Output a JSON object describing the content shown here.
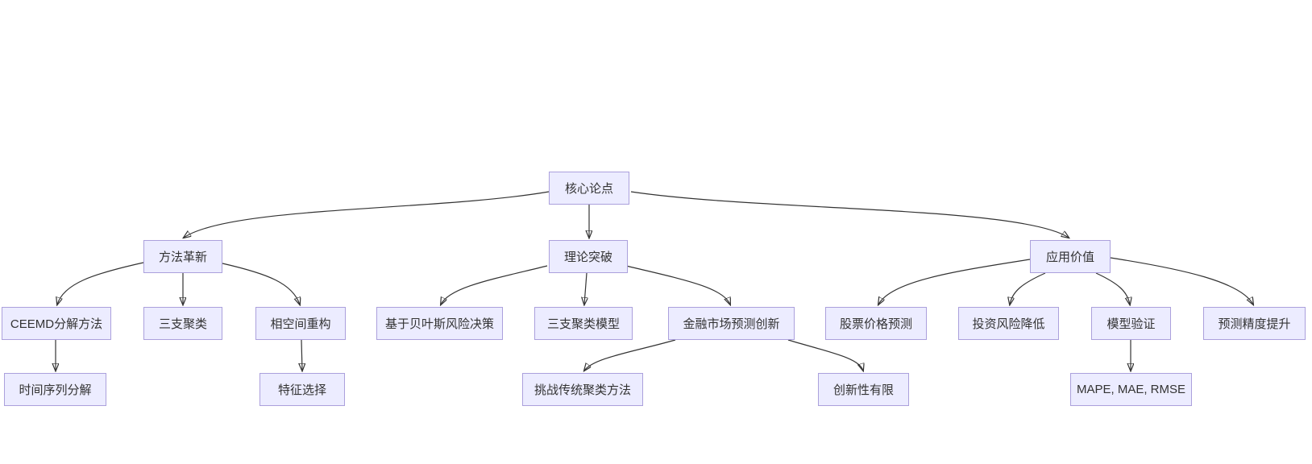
{
  "diagram": {
    "type": "flowchart-top-down",
    "colors": {
      "background": "#ffffff",
      "node_fill": "#ECECFF",
      "node_border": "#ABA0DC",
      "edge_line": "#333333",
      "text": "#333333"
    },
    "nodes": {
      "root": {
        "label": "核心论点"
      },
      "method": {
        "label": "方法革新"
      },
      "theory": {
        "label": "理论突破"
      },
      "value": {
        "label": "应用价值"
      },
      "ceemd": {
        "label": "CEEMD分解方法"
      },
      "threeway": {
        "label": "三支聚类"
      },
      "phase": {
        "label": "相空间重构"
      },
      "bayes": {
        "label": "基于贝叶斯风险决策"
      },
      "threemodel": {
        "label": "三支聚类模型"
      },
      "finance": {
        "label": "金融市场预测创新"
      },
      "stock": {
        "label": "股票价格预测"
      },
      "invest": {
        "label": "投资风险降低"
      },
      "model": {
        "label": "模型验证"
      },
      "accuracy": {
        "label": "预测精度提升"
      },
      "timeseries": {
        "label": "时间序列分解"
      },
      "feature": {
        "label": "特征选择"
      },
      "challenge": {
        "label": "挑战传统聚类方法"
      },
      "limited": {
        "label": "创新性有限"
      },
      "mape": {
        "label": "MAPE, MAE, RMSE"
      }
    },
    "edges": [
      {
        "from": "root",
        "to": "method"
      },
      {
        "from": "root",
        "to": "theory"
      },
      {
        "from": "root",
        "to": "value"
      },
      {
        "from": "method",
        "to": "ceemd"
      },
      {
        "from": "method",
        "to": "threeway"
      },
      {
        "from": "method",
        "to": "phase"
      },
      {
        "from": "theory",
        "to": "bayes"
      },
      {
        "from": "theory",
        "to": "threemodel"
      },
      {
        "from": "theory",
        "to": "finance"
      },
      {
        "from": "value",
        "to": "stock"
      },
      {
        "from": "value",
        "to": "invest"
      },
      {
        "from": "value",
        "to": "model"
      },
      {
        "from": "value",
        "to": "accuracy"
      },
      {
        "from": "ceemd",
        "to": "timeseries"
      },
      {
        "from": "phase",
        "to": "feature"
      },
      {
        "from": "finance",
        "to": "challenge"
      },
      {
        "from": "finance",
        "to": "limited"
      },
      {
        "from": "model",
        "to": "mape"
      }
    ]
  }
}
